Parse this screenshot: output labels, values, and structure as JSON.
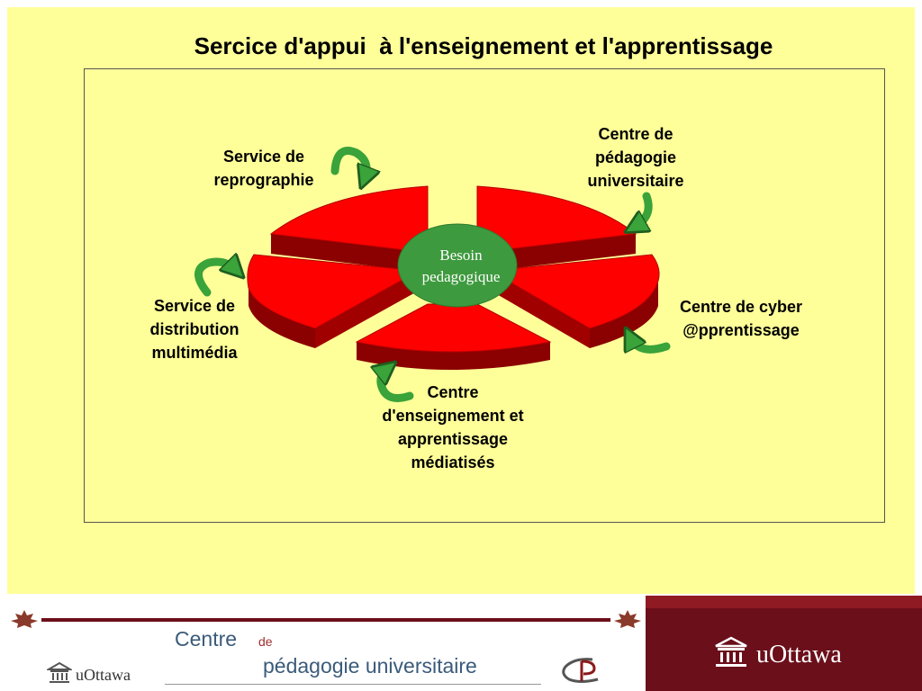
{
  "title": "Sercice d'appui  à l'enseignement et l'apprentissage",
  "hub": {
    "line1": "Besoin",
    "line2": "pedagogique"
  },
  "services": [
    {
      "lines": [
        "Service de",
        "reprographie"
      ]
    },
    {
      "lines": [
        "Centre de",
        "pédagogie",
        "universitaire"
      ]
    },
    {
      "lines": [
        "Service de",
        "distribution",
        "multimédia"
      ]
    },
    {
      "lines": [
        "Centre de cyber",
        "@pprentissage"
      ]
    },
    {
      "lines": [
        "Centre",
        "d'enseignement et",
        "apprentissage",
        "médiatisés"
      ]
    }
  ],
  "footer": {
    "centre": "Centre",
    "de": "de",
    "pedagogie": "pédagogie universitaire",
    "uottawa_small": "uOttawa",
    "uottawa_large": "uOttawa"
  },
  "colors": {
    "slice_top": "#ff0000",
    "slice_side": "#8b0000",
    "hub": "#3e9a3e",
    "arrow": "#3aa33a",
    "brand": "#6b0f1a"
  }
}
